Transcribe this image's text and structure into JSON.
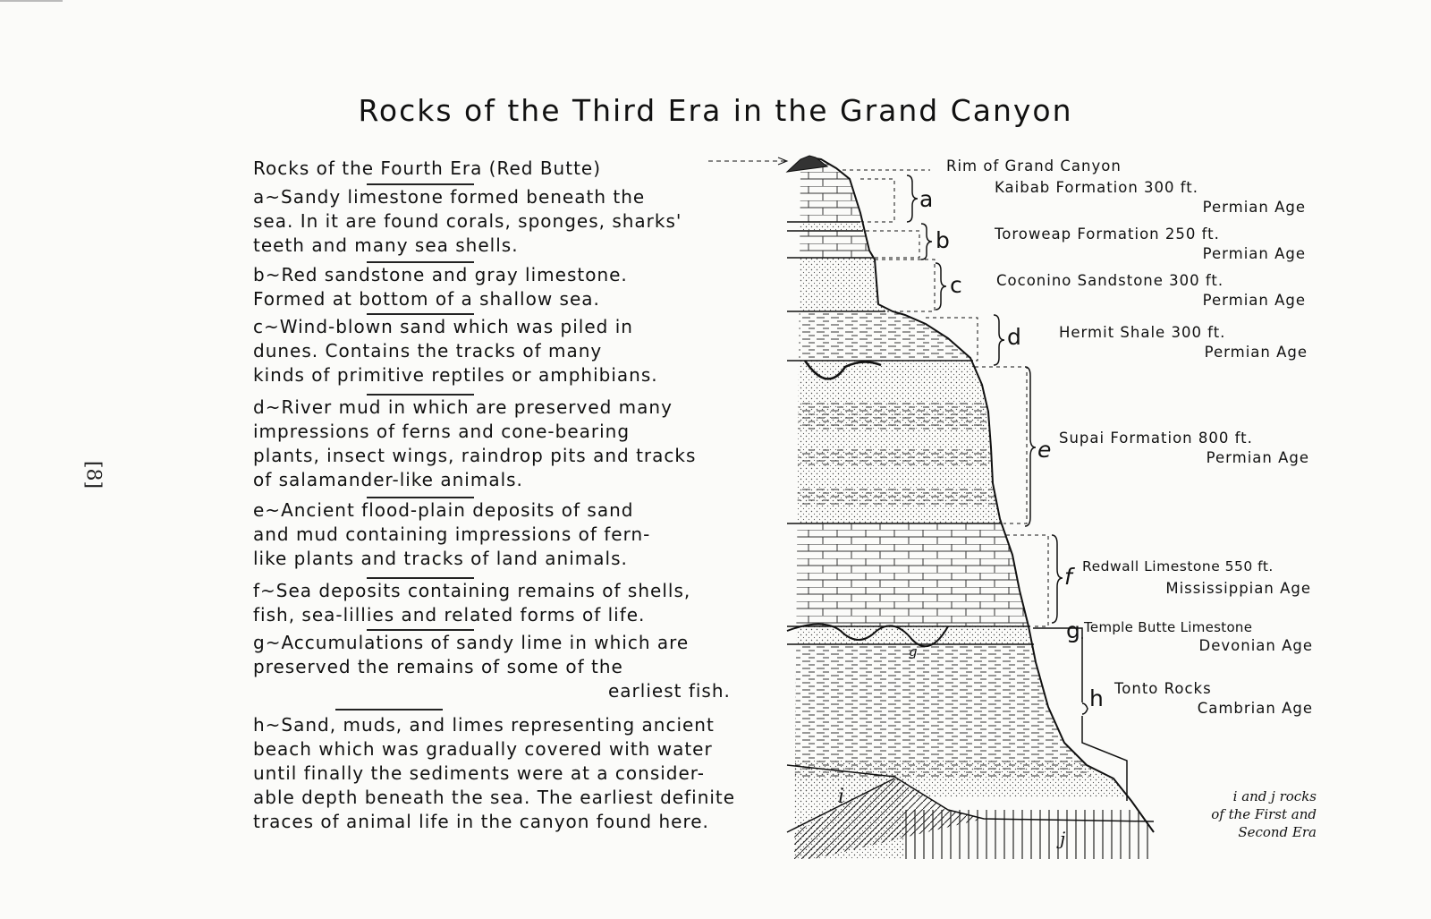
{
  "page": {
    "title": "Rocks of the Third Era in the Grand Canyon",
    "page_number": "[8]"
  },
  "left": {
    "fourth_era": "Rocks of the Fourth Era  (Red Butte)",
    "descriptions": [
      {
        "key": "a",
        "text": "a~Sandy limestone formed beneath the\nsea. In it are found corals, sponges, sharks'\nteeth and many sea shells."
      },
      {
        "key": "b",
        "text": "b~Red sandstone and gray limestone.\nFormed at bottom of a shallow sea."
      },
      {
        "key": "c",
        "text": "c~Wind-blown sand which was piled in\ndunes. Contains the tracks of many\nkinds of primitive reptiles or amphibians."
      },
      {
        "key": "d",
        "text": "d~River mud in which are preserved many\nimpressions of ferns and cone-bearing\nplants, insect wings, raindrop pits and tracks\nof salamander-like animals."
      },
      {
        "key": "e",
        "text": "e~Ancient flood-plain deposits of sand\nand mud containing impressions of fern-\nlike plants and tracks of land animals."
      },
      {
        "key": "f",
        "text": "f~Sea deposits containing remains of shells,\nfish, sea-lillies and related forms of life."
      },
      {
        "key": "g",
        "text": "g~Accumulations of sandy lime in which are\npreserved the remains of some of the"
      },
      {
        "key": "g_end",
        "text": "earliest fish."
      },
      {
        "key": "h",
        "text": "h~Sand, muds, and limes representing ancient\nbeach which was gradually covered with water\nuntil finally the sediments were at a consider-\nable depth beneath the sea. The earliest definite\ntraces of animal life in the canyon found here."
      }
    ]
  },
  "section": {
    "rim_label": "Rim of Grand Canyon",
    "letters": [
      "a",
      "b",
      "c",
      "d",
      "e",
      "f",
      "g",
      "h"
    ],
    "cross_section_letters": [
      "g",
      "i",
      "j"
    ],
    "formations": [
      {
        "name": "Kaibab Formation  300 ft.",
        "age": "Permian Age"
      },
      {
        "name": "Toroweap Formation  250 ft.",
        "age": "Permian Age"
      },
      {
        "name": "Coconino Sandstone  300 ft.",
        "age": "Permian Age"
      },
      {
        "name": "Hermit Shale 300 ft.",
        "age": "Permian Age"
      },
      {
        "name": "Supai Formation 800 ft.",
        "age": "Permian Age"
      },
      {
        "name": "Redwall Limestone 550 ft.",
        "age": "Mississippian Age"
      },
      {
        "name": "Temple Butte Limestone",
        "age": "Devonian Age"
      },
      {
        "name": "Tonto Rocks",
        "age": "Cambrian Age"
      }
    ],
    "note": "i and j rocks\nof the First and\nSecond Era"
  }
}
